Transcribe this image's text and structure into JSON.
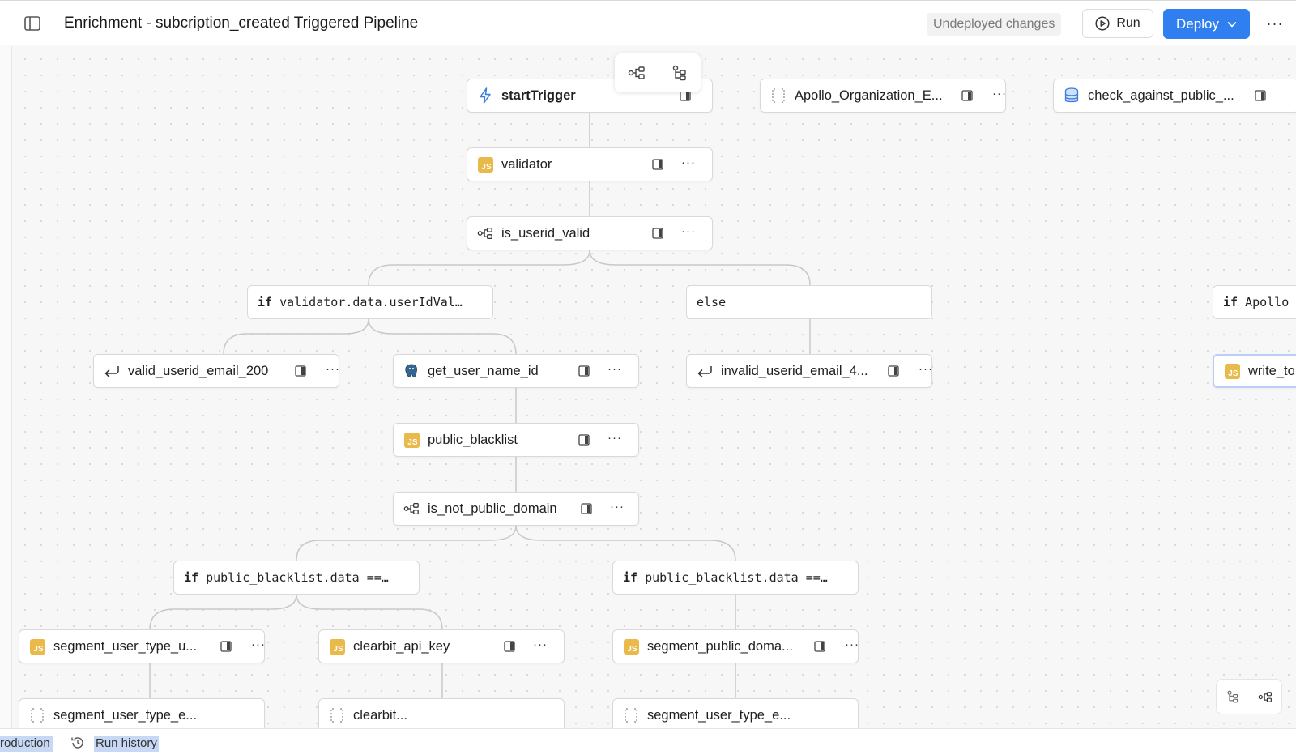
{
  "header": {
    "title": "Enrichment - subcription_created Triggered Pipeline",
    "undeployed": "Undeployed changes",
    "run_label": "Run",
    "deploy_label": "Deploy",
    "more": "···"
  },
  "nodes": {
    "startTrigger": "startTrigger",
    "validator": "validator",
    "is_userid_valid": "is_userid_valid",
    "valid_userid_email_200": "valid_userid_email_200",
    "get_user_name_id": "get_user_name_id",
    "invalid_userid_email": "invalid_userid_email_4...",
    "public_blacklist": "public_blacklist",
    "is_not_public_domain": "is_not_public_domain",
    "segment_user_type_u": "segment_user_type_u...",
    "clearbit_api_key": "clearbit_api_key",
    "segment_public_doma": "segment_public_doma...",
    "apollo_org": "Apollo_Organization_E...",
    "check_against_public": "check_against_public_...",
    "write_to": "write_to",
    "bottom_1": "segment_user_type_e...",
    "bottom_2": "clearbit...",
    "bottom_3": "segment_user_type_e..."
  },
  "conditions": {
    "if_keyword": "if",
    "cond1": "validator.data.userIdVal…",
    "else": "else",
    "cond2": "public_blacklist.data ==…",
    "cond3": "public_blacklist.data ==…",
    "cond4": "Apollo_"
  },
  "footer": {
    "production": "roduction",
    "run_history": "Run history"
  },
  "colors": {
    "accent": "#2f7ff0",
    "js_badge": "#e9b949",
    "selected_border": "#b9cff5"
  }
}
